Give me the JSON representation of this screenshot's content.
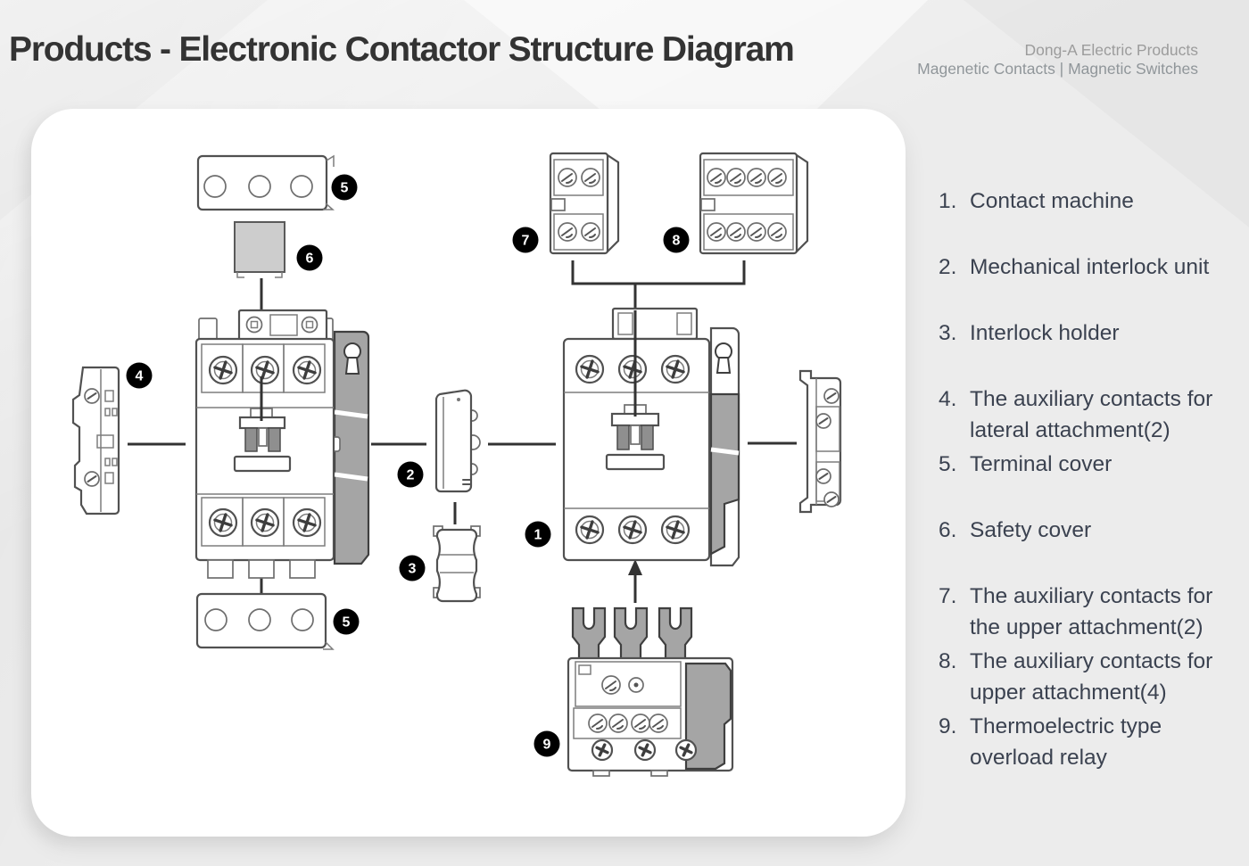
{
  "theme": {
    "accent_red": "#b22025",
    "page_bg": "#ececec",
    "card_bg": "#ffffff",
    "text_dark": "#333333",
    "text_list": "#3b4250",
    "text_muted": "#9c9c9c"
  },
  "header": {
    "title": "Products - Electronic Contactor Structure Diagram",
    "brand_line1": "Dong-A Electric Products",
    "brand_line2": "Magenetic Contacts | Magnetic Switches"
  },
  "legend": {
    "items": [
      {
        "number": "1.",
        "line1": "Contact machine",
        "line2": ""
      },
      {
        "number": "2.",
        "line1": "Mechanical interlock unit",
        "line2": ""
      },
      {
        "number": "3.",
        "line1": "Interlock holder",
        "line2": ""
      },
      {
        "number": "4.",
        "line1": "The auxiliary contacts for",
        "line2": "lateral attachment(2)"
      },
      {
        "number": "5.",
        "line1": "Terminal cover",
        "line2": ""
      },
      {
        "number": "6.",
        "line1": "Safety cover",
        "line2": ""
      },
      {
        "number": "7.",
        "line1": "The auxiliary contacts for",
        "line2": "the upper attachment(2)"
      },
      {
        "number": "8.",
        "line1": "The auxiliary contacts for",
        "line2": "upper attachment(4)"
      },
      {
        "number": "9.",
        "line1": "Thermoelectric type",
        "line2": "overload relay"
      }
    ]
  },
  "diagram": {
    "badges": [
      {
        "label": "5"
      },
      {
        "label": "6"
      },
      {
        "label": "4"
      },
      {
        "label": "2"
      },
      {
        "label": "3"
      },
      {
        "label": "1"
      },
      {
        "label": "7"
      },
      {
        "label": "8"
      },
      {
        "label": "9"
      },
      {
        "label": "5"
      }
    ]
  }
}
